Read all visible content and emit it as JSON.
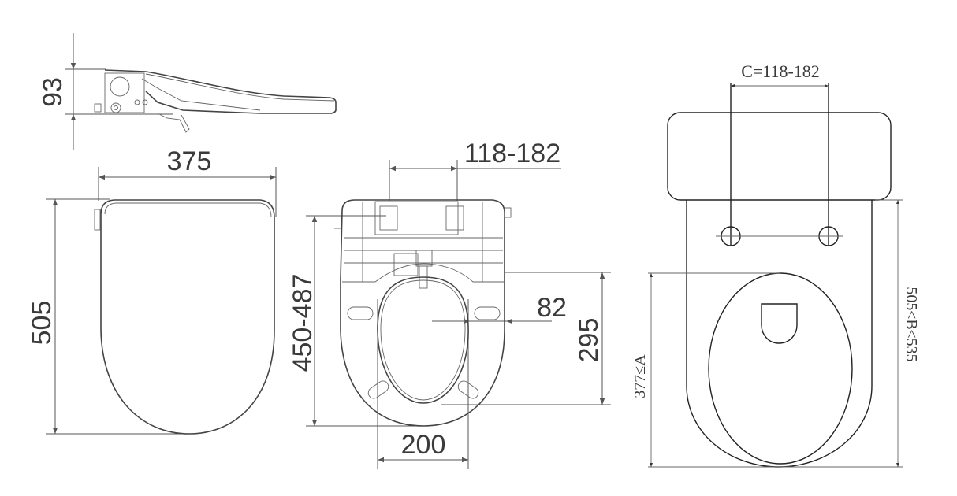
{
  "drawing": {
    "title": "Smart toilet seat dimension drawing",
    "side_view": {
      "height_label": "93"
    },
    "top_view": {
      "width_label": "375",
      "length_label": "505"
    },
    "bottom_view": {
      "bolt_spacing_label": "118-182",
      "overall_length_label": "450-487",
      "opening_width_label": "200",
      "opening_length_label": "295",
      "offset_label": "82"
    },
    "toilet_view": {
      "bolt_spacing_label": "C=118-182",
      "a_label": "377≤A",
      "b_label": "505≤B≤535"
    }
  },
  "colors": {
    "line": "#555555",
    "text": "#3a3a3a",
    "background": "#ffffff"
  }
}
